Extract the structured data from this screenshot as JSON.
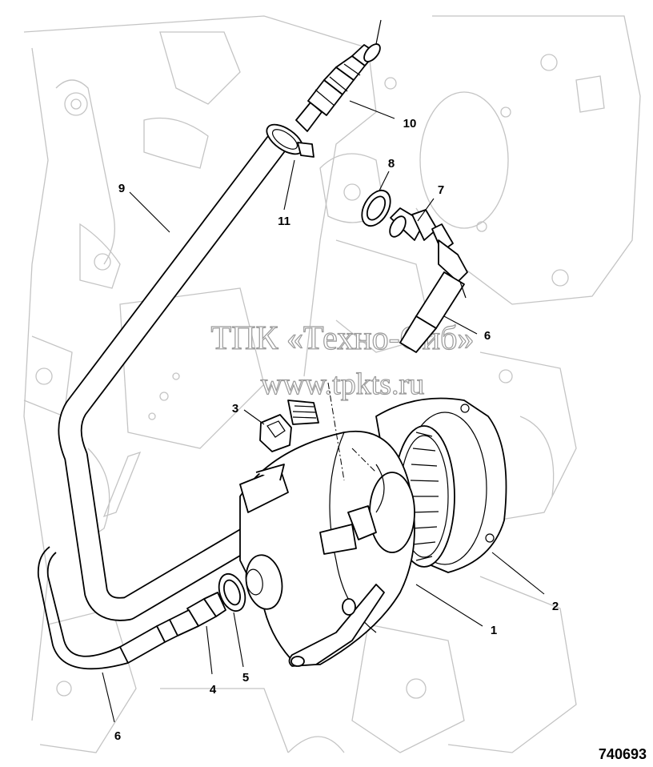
{
  "watermark": {
    "line1": "ТПК «Техно-Сиб»",
    "line2": "www.tpkts.ru"
  },
  "figure_number": "740693",
  "callouts": {
    "c1": "1",
    "c2": "2",
    "c3": "3",
    "c4": "4",
    "c5": "5",
    "c6a": "6",
    "c6b": "6",
    "c7": "7",
    "c8": "8",
    "c9": "9",
    "c10": "10",
    "c11": "11"
  }
}
